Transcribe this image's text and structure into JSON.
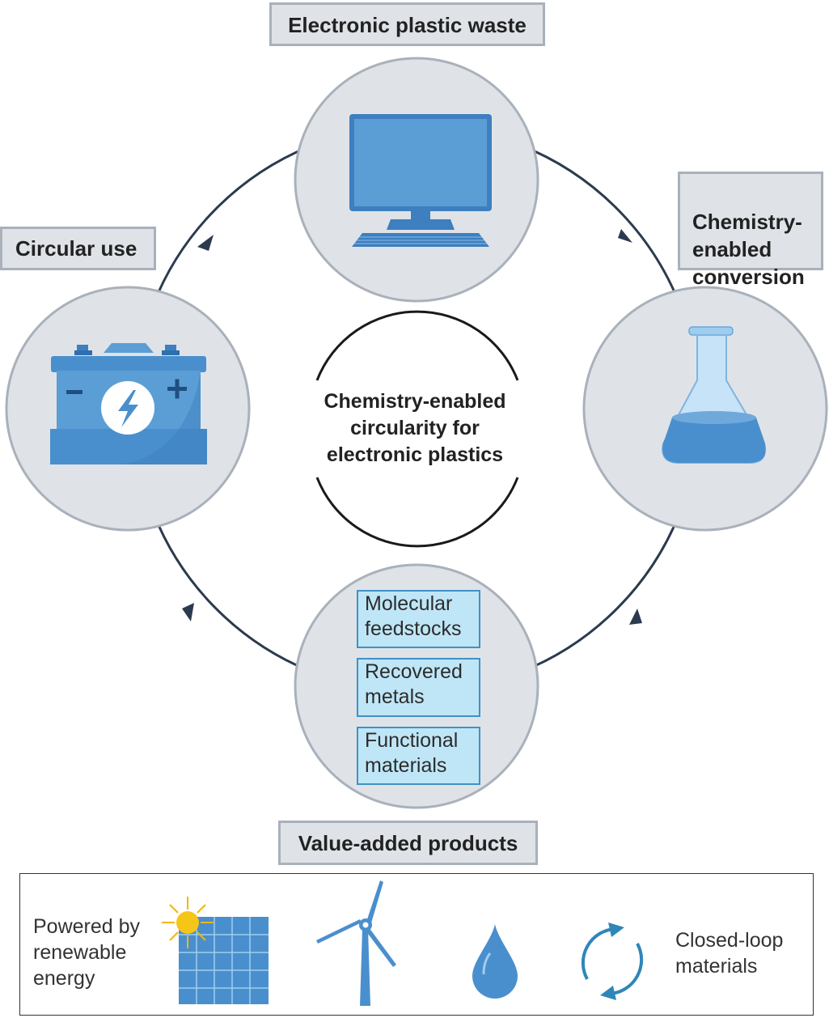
{
  "stages": {
    "top": "Electronic plastic waste",
    "right": "Chemistry-\nenabled\nconversion",
    "bottom": "Value-added products",
    "left": "Circular use"
  },
  "center": {
    "line1": "Chemistry-enabled",
    "line2": "circularity for",
    "line3": "electronic plastics"
  },
  "products": [
    "Molecular\nfeedstocks",
    "Recovered\nmetals",
    "Functional\nmaterials"
  ],
  "legend": {
    "left_text": "Powered by\nrenewable\nenergy",
    "right_text": "Closed-loop\nmaterials",
    "icons": [
      "solar-panel-icon",
      "wind-turbine-icon",
      "water-drop-icon",
      "recycle-arrows-icon"
    ]
  },
  "colors": {
    "circle_fill": "#dfe3e8",
    "circle_stroke": "#a9b1ba",
    "arrow": "#2c3a4f",
    "icon_blue": "#4a8fcd",
    "product_fill": "#bfe6f7"
  }
}
